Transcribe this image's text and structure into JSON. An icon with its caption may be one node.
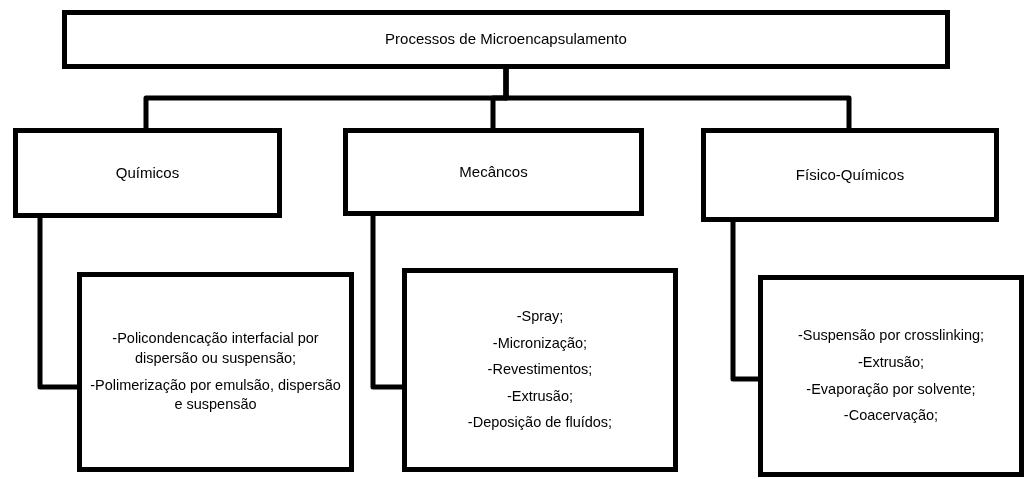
{
  "diagram": {
    "nodes": [
      {
        "text": [
          "Processos  de  Microencapsulamento"
        ]
      },
      {
        "text": [
          "Químicos"
        ]
      },
      {
        "text": [
          "Mecâncos"
        ]
      },
      {
        "text": [
          "Físico-Químicos"
        ]
      },
      {
        "text": [
          "-Policondencação interfacial por dispersão ou suspensão;",
          "-Polimerização por emulsão, dispersão e suspensão"
        ]
      },
      {
        "text": [
          "-Spray;",
          "-Micronização;",
          "-Revestimentos;",
          "-Extrusão;",
          "-Deposição de fluídos;"
        ]
      },
      {
        "text": [
          "-Suspensão por crosslinking;",
          "-Extrusão;",
          "-Evaporação por solvente;",
          "-Coacervação;"
        ]
      }
    ],
    "edges": [
      {
        "from": 0,
        "to": 1,
        "arrow": "none"
      },
      {
        "from": 0,
        "to": 2,
        "arrow": "none"
      },
      {
        "from": 0,
        "to": 3,
        "arrow": "none"
      },
      {
        "from": 1,
        "to": 4,
        "arrow": "none"
      },
      {
        "from": 2,
        "to": 5,
        "arrow": "none"
      },
      {
        "from": 3,
        "to": 6,
        "arrow": "none"
      }
    ]
  }
}
